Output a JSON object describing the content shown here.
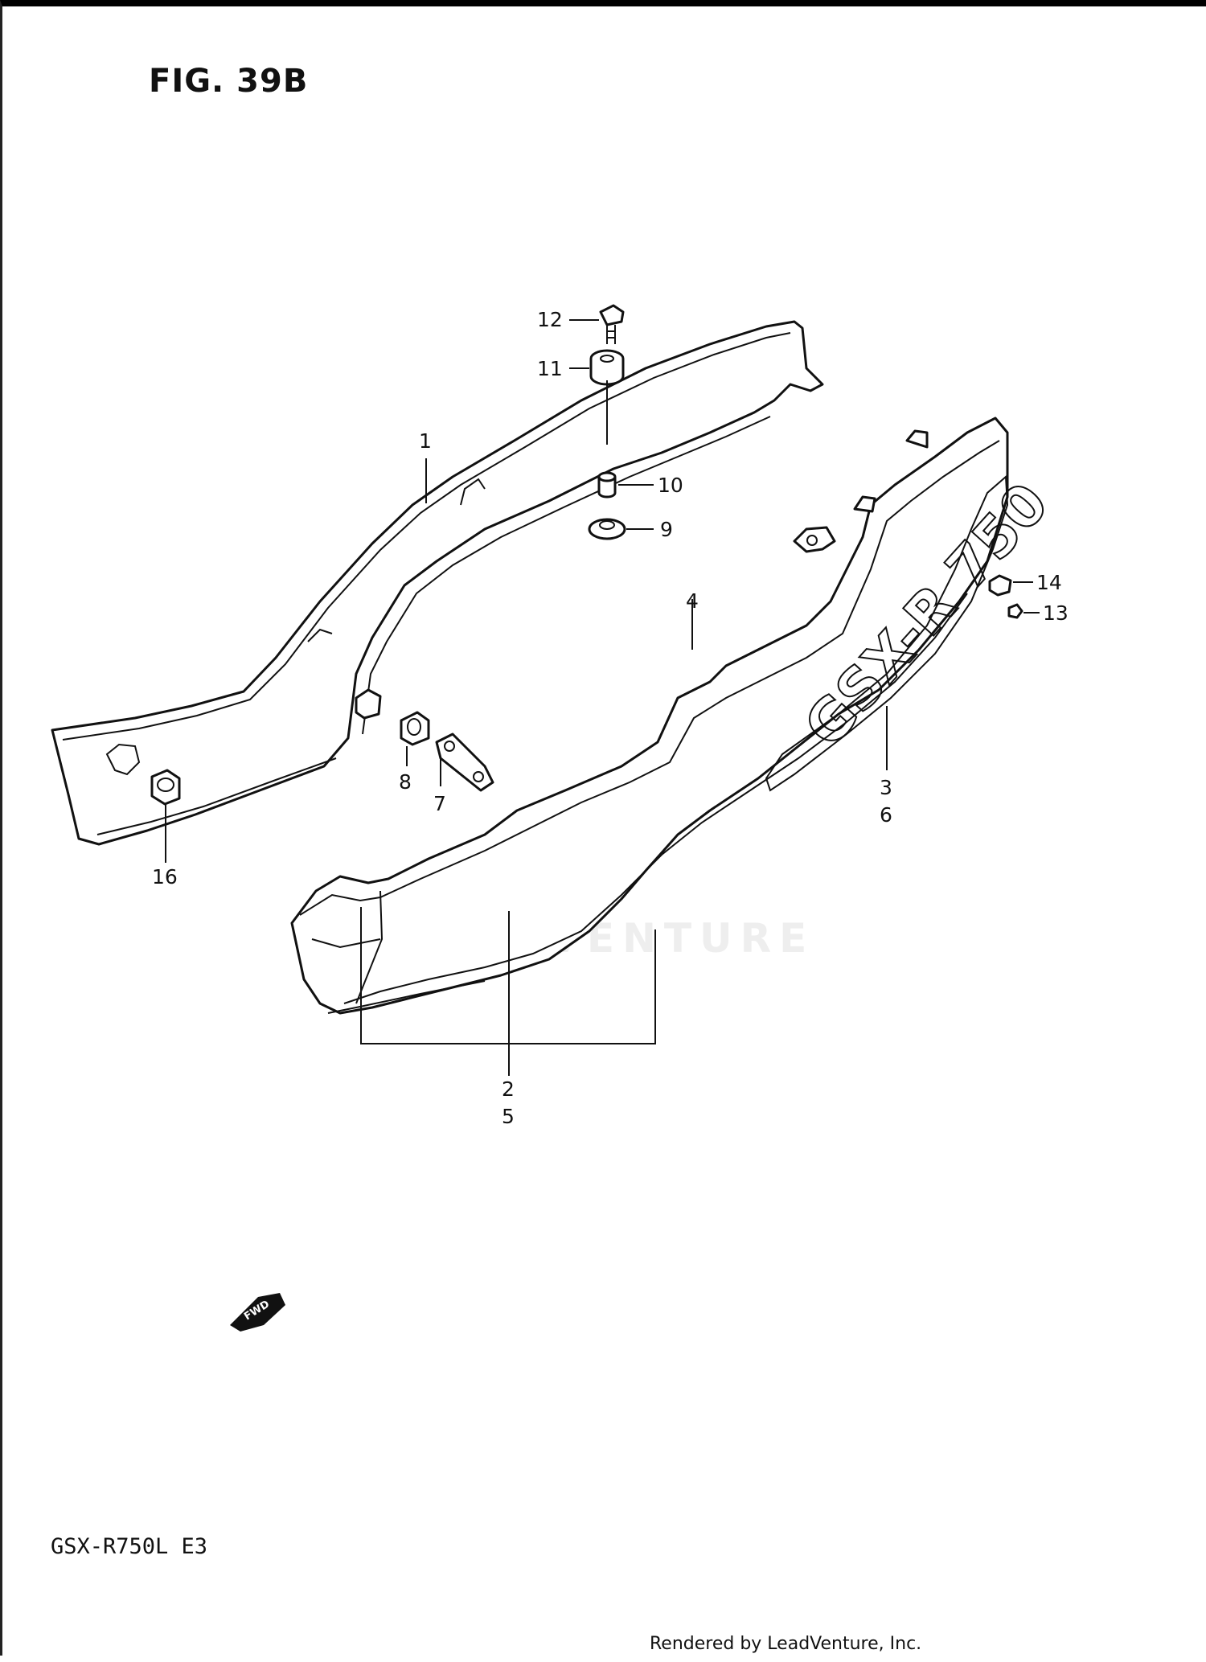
{
  "figure": {
    "title": "FIG. 39B",
    "model": "GSX-R750L  E3",
    "footer": "Rendered by LeadVenture, Inc.",
    "watermark": "LEADVENTURE",
    "fwd_label": "FWD",
    "cover_decal": "GSX-R 750"
  },
  "callouts": {
    "n1": "1",
    "n2": "2",
    "n3": "3",
    "n4": "4",
    "n5": "5",
    "n6": "6",
    "n7": "7",
    "n8": "8",
    "n9": "9",
    "n10": "10",
    "n11": "11",
    "n12": "12",
    "n13": "13",
    "n14": "14",
    "n16": "16"
  }
}
